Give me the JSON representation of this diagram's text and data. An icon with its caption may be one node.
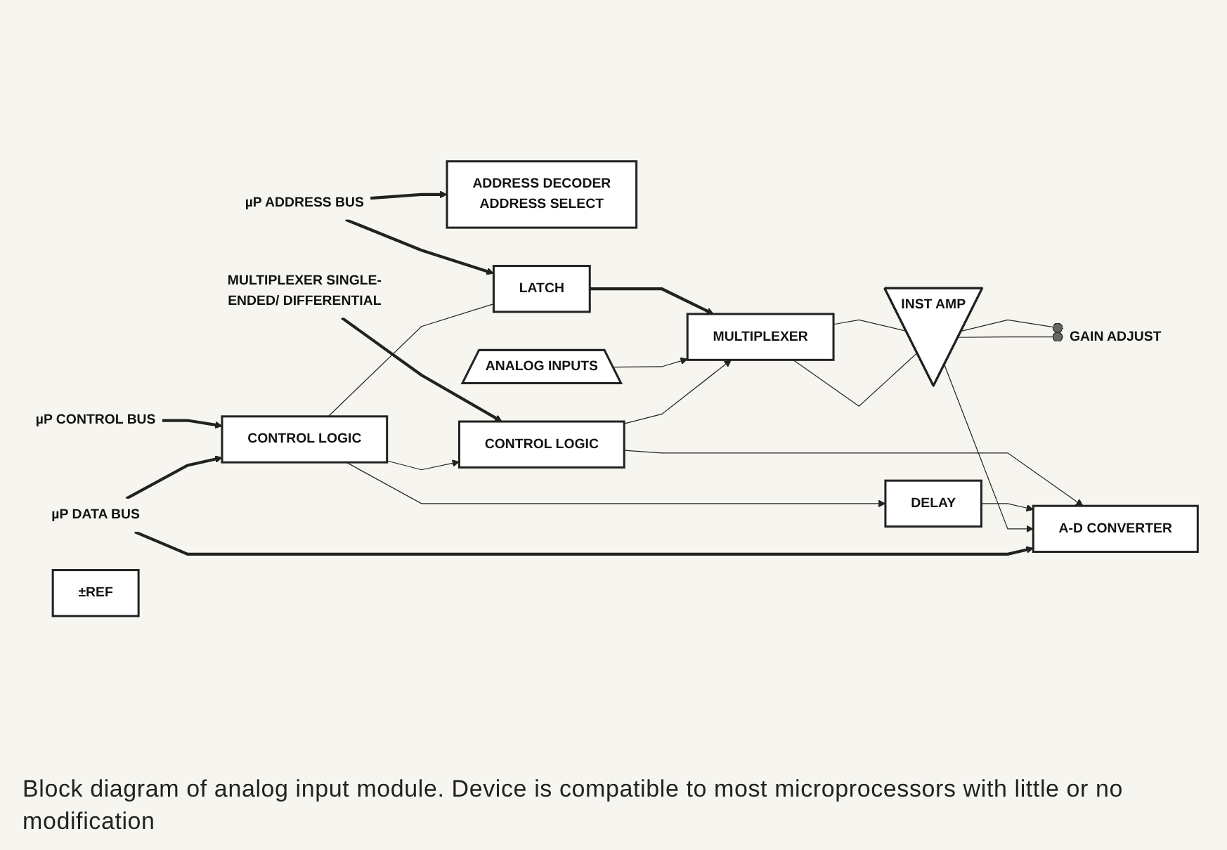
{
  "diagram": {
    "caption": "Block diagram of analog input module. Device is compatible to most microprocessors with little or no modification",
    "nodes": [
      {
        "text": [
          "µP ADDRESS BUS"
        ]
      },
      {
        "text": [
          "LATCH"
        ]
      },
      {
        "text": [
          "ADDRESS DECODER",
          "ADDRESS SELECT"
        ]
      },
      {
        "text": [
          "MULTIPLEXER SINGLE-ENDED/ DIFFERENTIAL"
        ]
      },
      {
        "text": [
          "ANALOG INPUTS"
        ]
      },
      {
        "text": [
          "MULTIPLEXER"
        ]
      },
      {
        "text": [
          "CONTROL LOGIC"
        ]
      },
      {
        "text": [
          "INST AMP"
        ]
      },
      {
        "text": [
          "GAIN ADJUST"
        ]
      },
      {
        "text": [
          "DELAY"
        ]
      },
      {
        "text": [
          "µP CONTROL BUS"
        ]
      },
      {
        "text": [
          "CONTROL LOGIC"
        ]
      },
      {
        "text": [
          "µP DATA BUS"
        ]
      },
      {
        "text": [
          "A-D CONVERTER"
        ]
      },
      {
        "text": [
          "±REF"
        ]
      }
    ],
    "edges": [
      {
        "from": 0,
        "to": 1,
        "arrow": "to",
        "style": "thick"
      },
      {
        "from": 0,
        "to": 2,
        "arrow": "to",
        "style": "thick"
      },
      {
        "from": 1,
        "to": 5,
        "arrow": "to",
        "style": "thick"
      },
      {
        "from": 3,
        "to": 6,
        "arrow": "to",
        "style": "thick"
      },
      {
        "from": 4,
        "to": 5,
        "arrow": "to"
      },
      {
        "from": 11,
        "to": 1,
        "arrow": "none"
      },
      {
        "from": 11,
        "to": 6,
        "arrow": "to"
      },
      {
        "from": 11,
        "to": 9,
        "arrow": "to"
      },
      {
        "from": 6,
        "to": 5,
        "arrow": "to"
      },
      {
        "from": 6,
        "to": 13,
        "arrow": "to"
      },
      {
        "from": 9,
        "to": 13,
        "arrow": "to"
      },
      {
        "from": 5,
        "to": 7,
        "arrow": "none"
      },
      {
        "from": 5,
        "to": 7,
        "arrow": "none"
      },
      {
        "from": 7,
        "to": 8,
        "arrow": "other"
      },
      {
        "from": 7,
        "to": 8,
        "arrow": "other"
      },
      {
        "from": 7,
        "to": 13,
        "arrow": "to"
      },
      {
        "from": 10,
        "to": 11,
        "arrow": "to",
        "style": "thick"
      },
      {
        "from": 12,
        "to": 13,
        "arrow": "to",
        "style": "thick"
      },
      {
        "from": 12,
        "to": 11,
        "arrow": "to",
        "style": "thick"
      }
    ]
  }
}
